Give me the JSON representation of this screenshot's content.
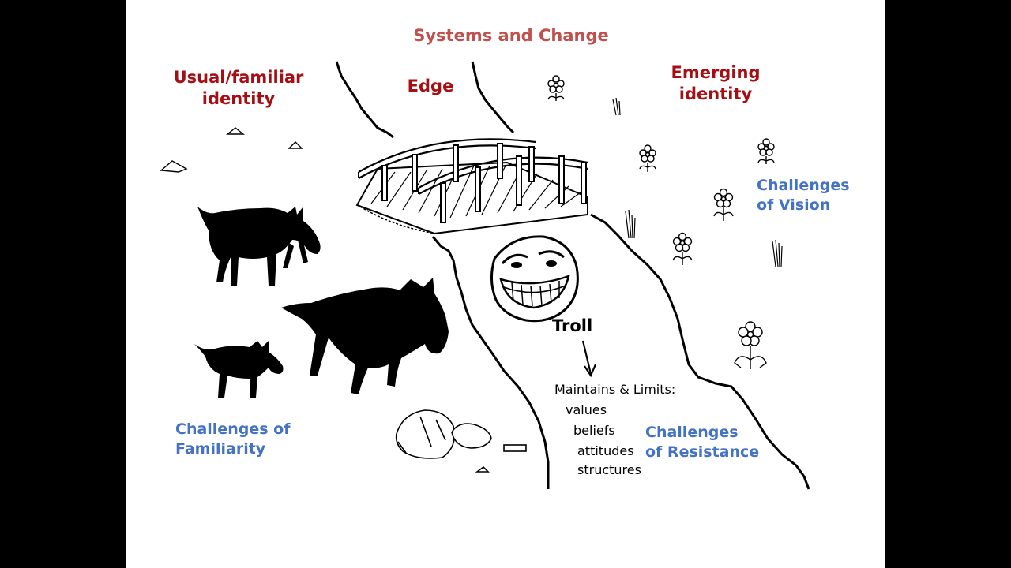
{
  "title": "Systems and Change",
  "zones": {
    "familiar": [
      "Usual/familiar",
      "identity"
    ],
    "edge": "Edge",
    "emerging": [
      "Emerging",
      "identity"
    ]
  },
  "challenges": {
    "vision": [
      "Challenges",
      "of Vision"
    ],
    "familiarity": [
      "Challenges of",
      "Familiarity"
    ],
    "resistance": [
      "Challenges",
      "of Resistance"
    ]
  },
  "troll": {
    "label": "Troll",
    "heading": "Maintains & Limits:",
    "items": [
      "values",
      "beliefs",
      "attitudes",
      "structures"
    ]
  },
  "colors": {
    "title": "#c0504d",
    "zone_label": "#a50f14",
    "challenge_label": "#4472c4",
    "ink": "#000000"
  }
}
